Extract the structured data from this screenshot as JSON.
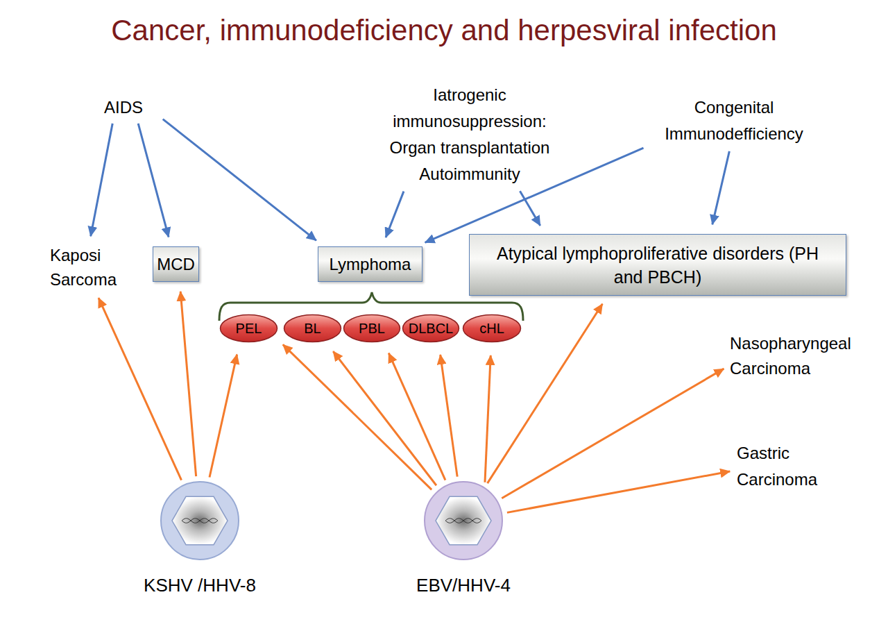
{
  "diagram": {
    "title": "Cancer, immunodeficiency and herpesviral infection",
    "nodes": [
      {
        "text": [
          "AIDS"
        ]
      },
      {
        "text": [
          "Iatrogenic immunosuppression: Organ transplantation Autoimmunity"
        ]
      },
      {
        "text": [
          "Congenital Immunodefficiency"
        ]
      },
      {
        "text": [
          "Kaposi Sarcoma"
        ]
      },
      {
        "text": [
          "MCD"
        ]
      },
      {
        "text": [
          "Lymphoma"
        ]
      },
      {
        "text": [
          "Atypical lymphoproliferative disorders (PH and PBCH)"
        ]
      },
      {
        "text": [
          "PEL"
        ]
      },
      {
        "text": [
          "BL"
        ]
      },
      {
        "text": [
          "PBL"
        ]
      },
      {
        "text": [
          "DLBCL"
        ]
      },
      {
        "text": [
          "cHL"
        ]
      },
      {
        "text": [
          "Nasopharyngeal Carcinoma"
        ]
      },
      {
        "text": [
          "Gastric Carcinoma"
        ]
      },
      {
        "text": [
          "KSHV /HHV-8"
        ]
      },
      {
        "text": [
          "EBV/HHV-4"
        ]
      }
    ],
    "edges": [
      {
        "from": 0,
        "to": 3,
        "arrow": "to"
      },
      {
        "from": 0,
        "to": 4,
        "arrow": "to"
      },
      {
        "from": 0,
        "to": 5,
        "arrow": "to"
      },
      {
        "from": 1,
        "to": 5,
        "arrow": "to"
      },
      {
        "from": 1,
        "to": 6,
        "arrow": "to"
      },
      {
        "from": 2,
        "to": 5,
        "arrow": "to"
      },
      {
        "from": 2,
        "to": 6,
        "arrow": "to"
      },
      {
        "from": 14,
        "to": 3,
        "arrow": "to"
      },
      {
        "from": 14,
        "to": 4,
        "arrow": "to"
      },
      {
        "from": 14,
        "to": 7,
        "arrow": "to"
      },
      {
        "from": 15,
        "to": 7,
        "arrow": "to"
      },
      {
        "from": 15,
        "to": 8,
        "arrow": "to"
      },
      {
        "from": 15,
        "to": 9,
        "arrow": "to"
      },
      {
        "from": 15,
        "to": 10,
        "arrow": "to"
      },
      {
        "from": 15,
        "to": 11,
        "arrow": "to"
      },
      {
        "from": 15,
        "to": 6,
        "arrow": "to"
      },
      {
        "from": 15,
        "to": 12,
        "arrow": "to"
      },
      {
        "from": 15,
        "to": 13,
        "arrow": "to"
      }
    ]
  }
}
